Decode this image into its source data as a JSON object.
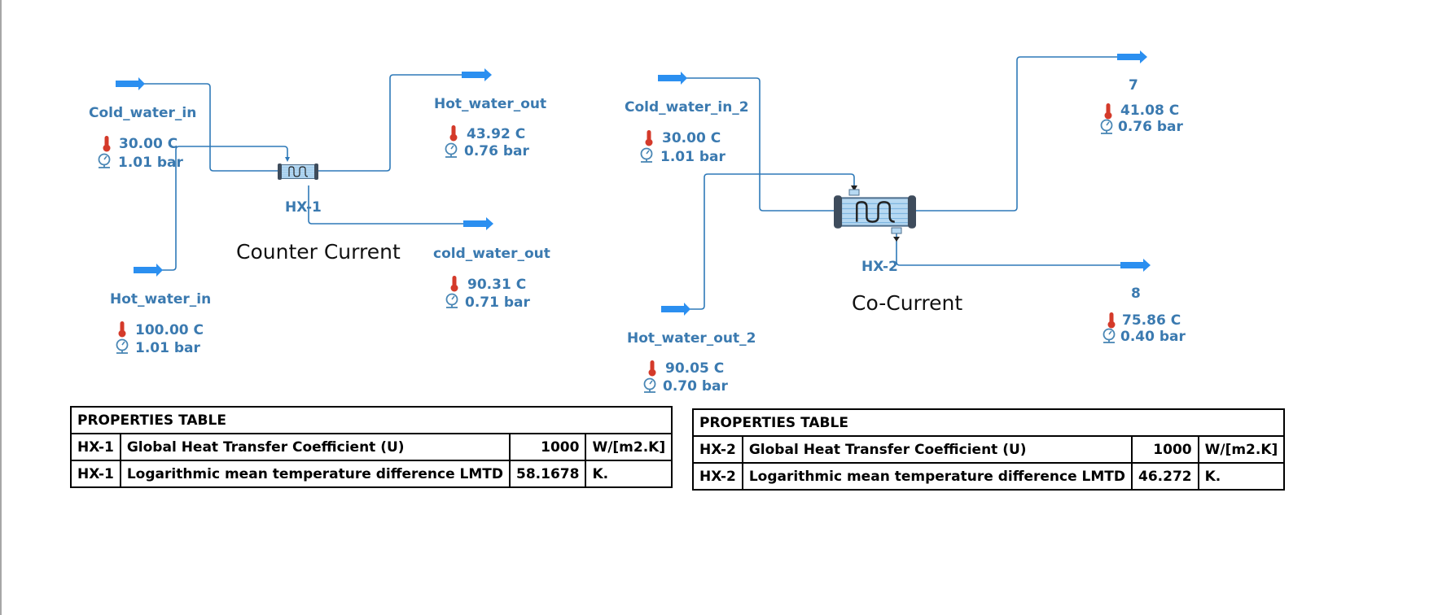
{
  "colors": {
    "stream": "#2e79b8",
    "arrow": "#2b8ff0",
    "label": "#3b7ab0",
    "thermometer": "#d43a2a",
    "gauge": "#4a87b5"
  },
  "icons": {
    "temperature": "thermometer-icon",
    "pressure": "pressure-gauge-icon",
    "unit": "heat-exchanger-icon"
  },
  "counter": {
    "title": "Counter Current",
    "exchanger": "HX-1",
    "streams": {
      "cold_in": {
        "name": "Cold_water_in",
        "temperature": "30.00 C",
        "pressure": "1.01 bar"
      },
      "hot_in": {
        "name": "Hot_water_in",
        "temperature": "100.00 C",
        "pressure": "1.01 bar"
      },
      "hot_out": {
        "name": "Hot_water_out",
        "temperature": "43.92 C",
        "pressure": "0.76 bar"
      },
      "cold_out": {
        "name": "cold_water_out",
        "temperature": "90.31 C",
        "pressure": "0.71 bar"
      }
    },
    "table": {
      "header": "PROPERTIES TABLE",
      "rows": [
        {
          "unit": "HX-1",
          "property": "Global Heat Transfer Coefficient (U)",
          "value": "1000",
          "units": "W/[m2.K]"
        },
        {
          "unit": "HX-1",
          "property": "Logarithmic mean temperature difference LMTD",
          "value": "58.1678",
          "units": "K."
        }
      ]
    }
  },
  "co": {
    "title": "Co-Current",
    "exchanger": "HX-2",
    "streams": {
      "cold_in": {
        "name": "Cold_water_in_2",
        "temperature": "30.00 C",
        "pressure": "1.01 bar"
      },
      "hot_in": {
        "name": "Hot_water_out_2",
        "temperature": "90.05 C",
        "pressure": "0.70 bar"
      },
      "out_7": {
        "name": "7",
        "temperature": "41.08 C",
        "pressure": "0.76 bar"
      },
      "out_8": {
        "name": "8",
        "temperature": "75.86 C",
        "pressure": "0.40 bar"
      }
    },
    "table": {
      "header": "PROPERTIES TABLE",
      "rows": [
        {
          "unit": "HX-2",
          "property": "Global Heat Transfer Coefficient (U)",
          "value": "1000",
          "units": "W/[m2.K]"
        },
        {
          "unit": "HX-2",
          "property": "Logarithmic mean temperature difference LMTD",
          "value": "46.272",
          "units": "K."
        }
      ]
    }
  }
}
